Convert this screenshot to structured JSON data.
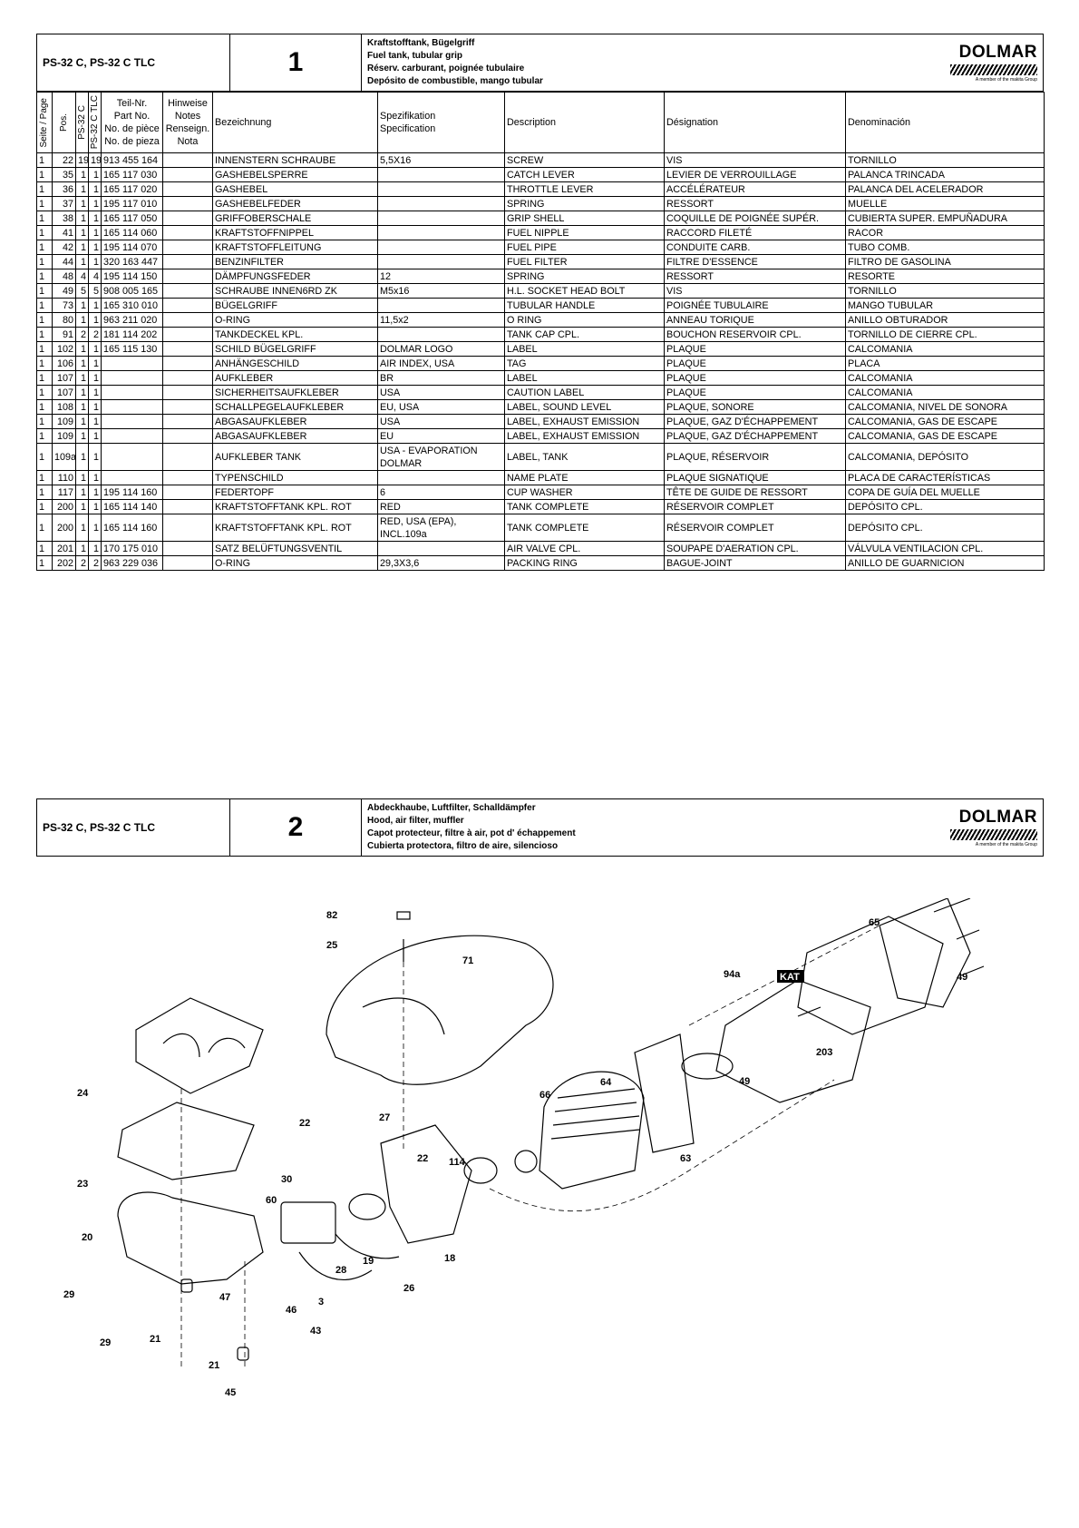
{
  "section1": {
    "model": "PS-32 C, PS-32 C TLC",
    "number": "1",
    "titles": [
      "Kraftstofftank, Bügelgriff",
      "Fuel tank, tubular grip",
      "Réserv. carburant, poignée tubulaire",
      "Depósito de combustible, mango tubular"
    ],
    "logo": {
      "brand": "DOLMAR",
      "member": "A member of the makita Group"
    }
  },
  "table": {
    "headers": {
      "page": "Seite / Page",
      "pos": "Pos.",
      "ps32c": "PS-32 C",
      "ps32ctlc": "PS-32 C TLC",
      "partno": [
        "Teil-Nr.",
        "Part No.",
        "No. de pièce",
        "No. de pieza"
      ],
      "notes": [
        "Hinweise",
        "Notes",
        "Renseign.",
        "Nota"
      ],
      "bezeichnung": "Bezeichnung",
      "spec": [
        "Spezifikation",
        "Specification"
      ],
      "description": "Description",
      "designation": "Désignation",
      "denominacion": "Denominación"
    },
    "rows": [
      [
        "1",
        "22",
        "19",
        "19",
        "913 455 164",
        "",
        "INNENSTERN SCHRAUBE",
        "5,5X16",
        "SCREW",
        "VIS",
        "TORNILLO"
      ],
      [
        "1",
        "35",
        "1",
        "1",
        "165 117 030",
        "",
        "GASHEBELSPERRE",
        "",
        "CATCH LEVER",
        "LEVIER DE  VERROUILLAGE",
        "PALANCA TRINCADA"
      ],
      [
        "1",
        "36",
        "1",
        "1",
        "165 117 020",
        "",
        "GASHEBEL",
        "",
        "THROTTLE LEVER",
        "ACCÉLÉRATEUR",
        "PALANCA DEL ACELERADOR"
      ],
      [
        "1",
        "37",
        "1",
        "1",
        "195 117 010",
        "",
        "GASHEBELFEDER",
        "",
        "SPRING",
        "RESSORT",
        "MUELLE"
      ],
      [
        "1",
        "38",
        "1",
        "1",
        "165 117 050",
        "",
        "GRIFFOBERSCHALE",
        "",
        "GRIP SHELL",
        "COQUILLE DE POIGNÉE SUPÉR.",
        "CUBIERTA SUPER. EMPUÑADURA"
      ],
      [
        "1",
        "41",
        "1",
        "1",
        "165 114 060",
        "",
        "KRAFTSTOFFNIPPEL",
        "",
        "FUEL NIPPLE",
        "RACCORD FILETÉ",
        "RACOR"
      ],
      [
        "1",
        "42",
        "1",
        "1",
        "195 114 070",
        "",
        "KRAFTSTOFFLEITUNG",
        "",
        "FUEL PIPE",
        "CONDUITE CARB.",
        "TUBO COMB."
      ],
      [
        "1",
        "44",
        "1",
        "1",
        "320 163 447",
        "",
        "BENZINFILTER",
        "",
        "FUEL FILTER",
        "FILTRE D'ESSENCE",
        "FILTRO DE GASOLINA"
      ],
      [
        "1",
        "48",
        "4",
        "4",
        "195 114 150",
        "",
        "DÄMPFUNGSFEDER",
        "12",
        "SPRING",
        "RESSORT",
        "RESORTE"
      ],
      [
        "1",
        "49",
        "5",
        "5",
        "908 005 165",
        "",
        "SCHRAUBE INNEN6RD ZK",
        "M5x16",
        "H.L. SOCKET HEAD BOLT",
        "VIS",
        "TORNILLO"
      ],
      [
        "1",
        "73",
        "1",
        "1",
        "165 310 010",
        "",
        "BÜGELGRIFF",
        "",
        "TUBULAR HANDLE",
        "POIGNÉE TUBULAIRE",
        "MANGO TUBULAR"
      ],
      [
        "1",
        "80",
        "1",
        "1",
        "963 211 020",
        "",
        "O-RING",
        "11,5x2",
        "O RING",
        "ANNEAU TORIQUE",
        "ANILLO OBTURADOR"
      ],
      [
        "1",
        "91",
        "2",
        "2",
        "181 114 202",
        "",
        "TANKDECKEL KPL.",
        "",
        "TANK CAP CPL.",
        "BOUCHON RESERVOIR CPL.",
        "TORNILLO DE CIERRE CPL."
      ],
      [
        "1",
        "102",
        "1",
        "1",
        "165 115 130",
        "",
        "SCHILD BÜGELGRIFF",
        "DOLMAR LOGO",
        "LABEL",
        "PLAQUE",
        "CALCOMANIA"
      ],
      [
        "1",
        "106",
        "1",
        "1",
        "",
        "",
        "ANHÄNGESCHILD",
        "AIR INDEX, USA",
        "TAG",
        "PLAQUE",
        "PLACA"
      ],
      [
        "1",
        "107",
        "1",
        "1",
        "",
        "",
        "AUFKLEBER",
        "BR",
        "LABEL",
        "PLAQUE",
        "CALCOMANIA"
      ],
      [
        "1",
        "107",
        "1",
        "1",
        "",
        "",
        "SICHERHEITSAUFKLEBER",
        "USA",
        "CAUTION LABEL",
        "PLAQUE",
        "CALCOMANIA"
      ],
      [
        "1",
        "108",
        "1",
        "1",
        "",
        "",
        "SCHALLPEGELAUFKLEBER",
        "EU, USA",
        "LABEL, SOUND LEVEL",
        "PLAQUE, SONORE",
        "CALCOMANIA, NIVEL DE SONORA"
      ],
      [
        "1",
        "109",
        "1",
        "1",
        "",
        "",
        "ABGASAUFKLEBER",
        "USA",
        "LABEL, EXHAUST EMISSION",
        "PLAQUE, GAZ D'ÉCHAPPEMENT",
        "CALCOMANIA, GAS DE ESCAPE"
      ],
      [
        "1",
        "109",
        "1",
        "1",
        "",
        "",
        "ABGASAUFKLEBER",
        "EU",
        "LABEL, EXHAUST EMISSION",
        "PLAQUE, GAZ D'ÉCHAPPEMENT",
        "CALCOMANIA, GAS DE ESCAPE"
      ],
      [
        "1",
        "109a",
        "1",
        "1",
        "",
        "",
        "AUFKLEBER TANK",
        "USA - EVAPORATION DOLMAR",
        "LABEL, TANK",
        "PLAQUE, RÉSERVOIR",
        "CALCOMANIA, DEPÓSITO"
      ],
      [
        "1",
        "110",
        "1",
        "1",
        "",
        "",
        "TYPENSCHILD",
        "",
        "NAME PLATE",
        "PLAQUE SIGNATIQUE",
        "PLACA DE CARACTERÍSTICAS"
      ],
      [
        "1",
        "117",
        "1",
        "1",
        "195 114 160",
        "",
        "FEDERTOPF",
        "6",
        "CUP WASHER",
        "TÊTE DE GUIDE DE RESSORT",
        "COPA DE GUÍA DEL MUELLE"
      ],
      [
        "1",
        "200",
        "1",
        "1",
        "165 114 140",
        "",
        "KRAFTSTOFFTANK KPL. ROT",
        "RED",
        "TANK COMPLETE",
        "RÉSERVOIR COMPLET",
        "DEPÓSITO CPL."
      ],
      [
        "1",
        "200",
        "1",
        "1",
        "165 114 160",
        "",
        "KRAFTSTOFFTANK KPL. ROT",
        "RED, USA (EPA), INCL.109a",
        "TANK COMPLETE",
        "RÉSERVOIR COMPLET",
        "DEPÓSITO CPL."
      ],
      [
        "1",
        "201",
        "1",
        "1",
        "170 175 010",
        "",
        "SATZ BELÜFTUNGSVENTIL",
        "",
        "AIR VALVE CPL.",
        "SOUPAPE D'AERATION CPL.",
        "VÁLVULA VENTILACION CPL."
      ],
      [
        "1",
        "202",
        "2",
        "2",
        "963 229 036",
        "",
        "O-RING",
        "29,3X3,6",
        "PACKING RING",
        "BAGUE-JOINT",
        "ANILLO DE GUARNICION"
      ]
    ]
  },
  "section2": {
    "model": "PS-32 C, PS-32 C TLC",
    "number": "2",
    "titles": [
      "Abdeckhaube, Luftfilter, Schalldämpfer",
      "Hood, air filter, muffler",
      "Capot protecteur, filtre à air, pot d' échappement",
      "Cubierta protectora, filtro de aire, silencioso"
    ],
    "logo": {
      "brand": "DOLMAR",
      "member": "A member of the makita Group"
    }
  },
  "diagram": {
    "callouts": [
      "82",
      "25",
      "71",
      "65",
      "94a",
      "KAT",
      "49",
      "203",
      "64",
      "66",
      "49",
      "63",
      "24",
      "22",
      "27",
      "22",
      "114",
      "23",
      "30",
      "60",
      "20",
      "28",
      "19",
      "18",
      "26",
      "29",
      "3",
      "47",
      "46",
      "43",
      "29",
      "21",
      "45",
      "21"
    ]
  }
}
